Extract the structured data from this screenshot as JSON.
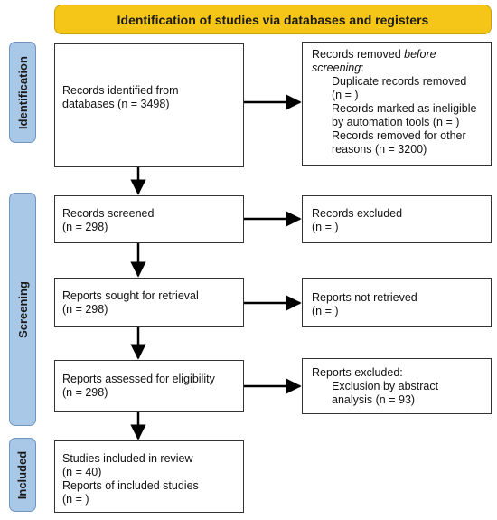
{
  "header": "Identification of studies via databases and registers",
  "phases": {
    "identification": "Identification",
    "screening": "Screening",
    "included": "Included"
  },
  "identified": {
    "line1": "Records identified from",
    "line2": "databases (n = 3498)"
  },
  "removed": {
    "title_a": "Records removed ",
    "title_b": "before",
    "title_c": "screening",
    "title_d": ":",
    "dup_1": "Duplicate records removed",
    "dup_2": "(n = )",
    "inel_1": "Records marked as ineligible",
    "inel_2": "by automation tools (n = )",
    "other_1": "Records removed for other",
    "other_2": "reasons (n = 3200)"
  },
  "screened": {
    "line1": "Records screened",
    "line2": "(n = 298)"
  },
  "excluded": {
    "line1": "Records excluded",
    "line2": "(n = )"
  },
  "sought": {
    "line1": "Reports sought for retrieval",
    "line2": "(n = 298)"
  },
  "not_retrieved": {
    "line1": "Reports not retrieved",
    "line2": "(n = )"
  },
  "assessed": {
    "line1": "Reports assessed for eligibility",
    "line2": "(n = 298)"
  },
  "reports_excluded": {
    "line1": "Reports excluded:",
    "line2": "Exclusion by abstract",
    "line3": "analysis (n = 93)"
  },
  "included": {
    "line1": "Studies included in review",
    "line2": "(n = 40)",
    "line3": "Reports of included studies",
    "line4": "(n = )"
  }
}
